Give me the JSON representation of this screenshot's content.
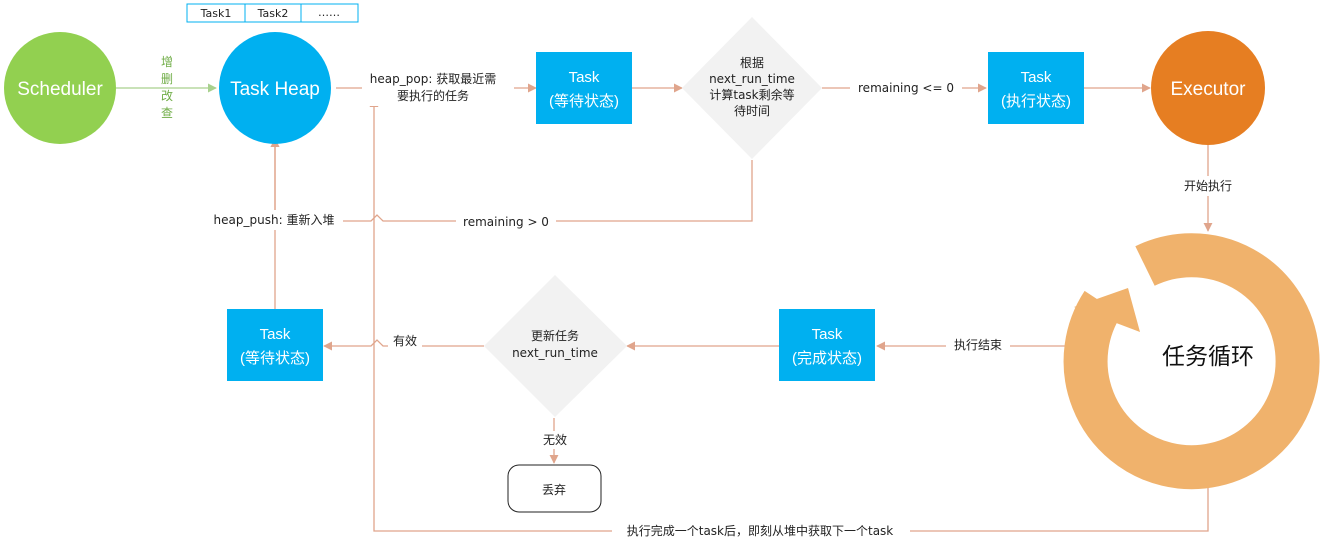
{
  "nodes": {
    "scheduler": "Scheduler",
    "task_heap": "Task Heap",
    "executor": "Executor",
    "task_waiting_top": {
      "line1": "Task",
      "line2": "(等待状态)"
    },
    "task_running": {
      "line1": "Task",
      "line2": "(执行状态)"
    },
    "task_done": {
      "line1": "Task",
      "line2": "(完成状态)"
    },
    "task_waiting_left": {
      "line1": "Task",
      "line2": "(等待状态)"
    },
    "decision_remaining": [
      "根据",
      "next_run_time",
      "计算task剩余等",
      "待时间"
    ],
    "decision_update": [
      "更新任务",
      "next_run_time"
    ],
    "discard": "丢弃",
    "loop": "任务循环"
  },
  "heap_items": [
    "Task1",
    "Task2",
    "……"
  ],
  "edge_labels": {
    "crud": [
      "增",
      "删",
      "改",
      "查"
    ],
    "heap_pop": [
      "heap_pop: 获取最近需",
      "要执行的任务"
    ],
    "remaining_le": "remaining <= 0",
    "remaining_gt": "remaining > 0",
    "heap_push": "heap_push: 重新入堆",
    "start_exec": "开始执行",
    "exec_end": "执行结束",
    "valid": "有效",
    "invalid": "无效",
    "loop_back": "执行完成一个task后，即刻从堆中获取下一个task"
  },
  "colors": {
    "scheduler": "#92d050",
    "heap": "#00b0f0",
    "task_box": "#00b0f0",
    "executor": "#e67e22",
    "loop_ring": "#f0b26c",
    "decision": "#f2f2f2",
    "arrow": "#e0a58c",
    "crud_text": "#70ad47"
  }
}
